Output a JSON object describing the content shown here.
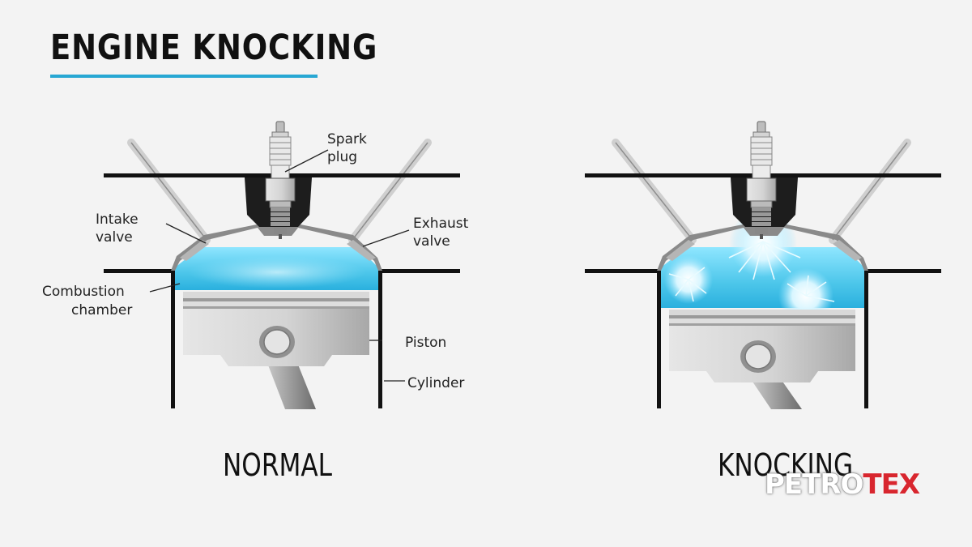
{
  "header": {
    "title": "ENGINE KNOCKING"
  },
  "labels": {
    "spark_plug_1": "Spark",
    "spark_plug_2": "plug",
    "intake_1": "Intake",
    "intake_2": "valve",
    "exhaust_1": "Exhaust",
    "exhaust_2": "valve",
    "combustion_1": "Combustion",
    "combustion_2": "chamber",
    "piston": "Piston",
    "cylinder": "Cylinder"
  },
  "captions": {
    "normal": "NORMAL",
    "knocking": "KNOCKING"
  },
  "logo": {
    "part1": "PETRO",
    "part2": "TEX"
  },
  "colors": {
    "accent": "#27a7d3",
    "chamber": "#4cc6ea",
    "logo_red": "#d8262e"
  }
}
